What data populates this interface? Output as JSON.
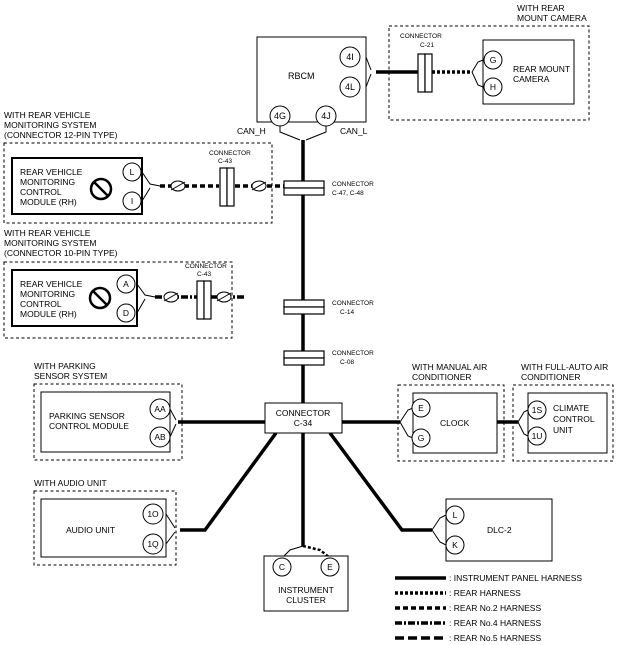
{
  "groups": {
    "rear_camera": [
      "WITH REAR",
      "MOUNT CAMERA"
    ],
    "rvm_12pin": [
      "WITH REAR VEHICLE",
      "MONITORING SYSTEM",
      "(CONNECTOR 12-PIN TYPE)"
    ],
    "rvm_10pin": [
      "WITH REAR VEHICLE",
      "MONITORING SYSTEM",
      "(CONNECTOR 10-PIN TYPE)"
    ],
    "parking": [
      "WITH PARKING",
      "SENSOR SYSTEM"
    ],
    "manual_ac": [
      "WITH MANUAL AIR",
      "CONDITIONER"
    ],
    "auto_ac": [
      "WITH FULL-AUTO AIR",
      "CONDITIONER"
    ],
    "audio": "WITH AUDIO UNIT"
  },
  "modules": {
    "rbcm": "RBCM",
    "rear_camera": [
      "REAR MOUNT",
      "CAMERA"
    ],
    "rvm_12pin": [
      "REAR VEHICLE",
      "MONITORING",
      "CONTROL",
      "MODULE (RH)"
    ],
    "rvm_10pin": [
      "REAR VEHICLE",
      "MONITORING",
      "CONTROL",
      "MODULE (RH)"
    ],
    "parking": [
      "PARKING SENSOR",
      "CONTROL MODULE"
    ],
    "clock": "CLOCK",
    "climate": [
      "CLIMATE",
      "CONTROL",
      "UNIT"
    ],
    "audio": "AUDIO UNIT",
    "dlc": "DLC-2",
    "cluster": [
      "INSTRUMENT",
      "CLUSTER"
    ],
    "c34": [
      "CONNECTOR",
      "C-34"
    ]
  },
  "pins": {
    "rbcm_4i": "4I",
    "rbcm_4l": "4L",
    "rbcm_4g": "4G",
    "rbcm_4j": "4J",
    "cam_g": "G",
    "cam_h": "H",
    "rvm12_l": "L",
    "rvm12_i": "I",
    "rvm10_a": "A",
    "rvm10_d": "D",
    "park_aa": "AA",
    "park_ab": "AB",
    "clock_e": "E",
    "clock_g": "G",
    "climate_1s": "1S",
    "climate_1u": "1U",
    "audio_1o": "1O",
    "audio_1q": "1Q",
    "dlc_l": "L",
    "dlc_k": "K",
    "cluster_c": "C",
    "cluster_e": "E"
  },
  "signals": {
    "can_h": "CAN_H",
    "can_l": "CAN_L"
  },
  "connectors": {
    "c21": [
      "CONNECTOR",
      "C-21"
    ],
    "c43_a": [
      "CONNECTOR",
      "C-43"
    ],
    "c43_b": [
      "CONNECTOR",
      "C-43"
    ],
    "c47": [
      "CONNECTOR",
      "C-47, C-48"
    ],
    "c14": [
      "CONNECTOR",
      "C-14"
    ],
    "c08": [
      "CONNECTOR",
      "C-08"
    ]
  },
  "legend": [
    {
      "label": ": INSTRUMENT PANEL HARNESS",
      "style": "solid"
    },
    {
      "label": ": REAR HARNESS",
      "style": "rear"
    },
    {
      "label": ": REAR No.2 HARNESS",
      "style": "rear2"
    },
    {
      "label": ": REAR No.4 HARNESS",
      "style": "rear4"
    },
    {
      "label": ": REAR No.5 HARNESS",
      "style": "rear5"
    }
  ]
}
